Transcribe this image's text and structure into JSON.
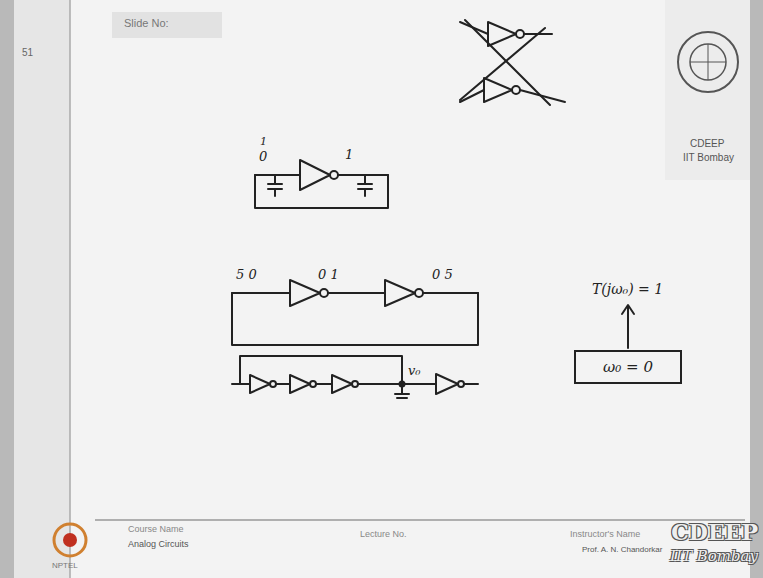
{
  "diagram": {
    "nodes": [
      {
        "text": [
          "ω₀ = 0"
        ]
      }
    ],
    "labels": [
      "Slide No:",
      "51",
      "CDEEP",
      "IIT Bombay",
      "1",
      "0",
      "1",
      "5 0",
      "0 1",
      "0 5",
      "v₀",
      "T(jω₀) = 1",
      "Course Name",
      "Analog Circuits",
      "Lecture No.",
      "Instructor's Name",
      "Prof. A. N. Chandorkar",
      "CDEEP",
      "IIT Bombay",
      "NPTEL"
    ]
  }
}
